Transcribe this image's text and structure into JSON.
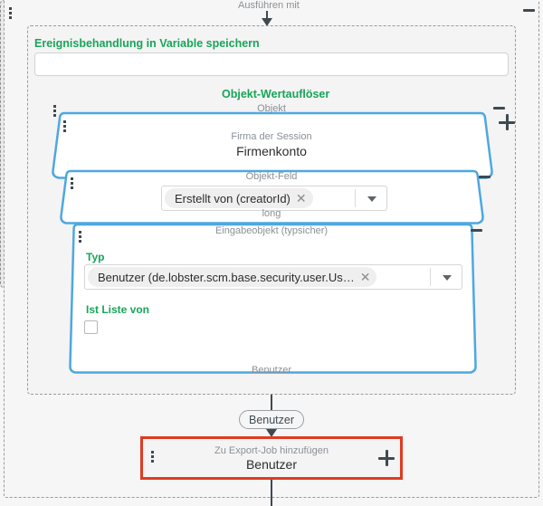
{
  "flow": {
    "entry_label": "Ausführen mit",
    "pill_label": "Benutzer"
  },
  "colors": {
    "accent_green": "#18a558",
    "trapezoid_border": "#4da8e0",
    "highlight_red": "#e03b22",
    "muted_text": "#8a9097",
    "dark_text": "#2d2d2d"
  },
  "event_panel": {
    "title": "Ereignisbehandlung in Variable speichern",
    "variable_value": "",
    "variable_placeholder": "",
    "collapse_icon": "minus-icon",
    "handle_icon": "drag-handle-icon"
  },
  "resolver": {
    "title": "Objekt-Wertauflöser",
    "blocks": [
      {
        "id": "objekt",
        "label": "Objekt",
        "caption": "Firma der Session",
        "value": "Firmenkonto",
        "action_icon": "plus-icon",
        "collapse_icon": "minus-icon",
        "handle_icon": "drag-handle-icon"
      },
      {
        "id": "objekt-feld",
        "label": "Objekt-Feld",
        "chip": "Erstellt von (creatorId)",
        "chip_remove_icon": "close-icon",
        "dropdown_icon": "chevron-down-icon",
        "type_note": "long",
        "collapse_icon": "minus-icon",
        "handle_icon": "drag-handle-icon"
      },
      {
        "id": "eingabeobjekt",
        "label": "Eingabeobjekt (typsicher)",
        "type_field_label": "Typ",
        "chip": "Benutzer (de.lobster.scm.base.security.user.Us…",
        "chip_remove_icon": "close-icon",
        "dropdown_icon": "chevron-down-icon",
        "list_field_label": "Ist Liste von",
        "list_checked": false,
        "footer_value": "Benutzer",
        "collapse_icon": "minus-icon",
        "handle_icon": "drag-handle-icon"
      }
    ]
  },
  "export_node": {
    "caption": "Zu Export-Job hinzufügen",
    "value": "Benutzer",
    "action_icon": "plus-icon",
    "handle_icon": "drag-handle-icon",
    "highlighted": true
  }
}
